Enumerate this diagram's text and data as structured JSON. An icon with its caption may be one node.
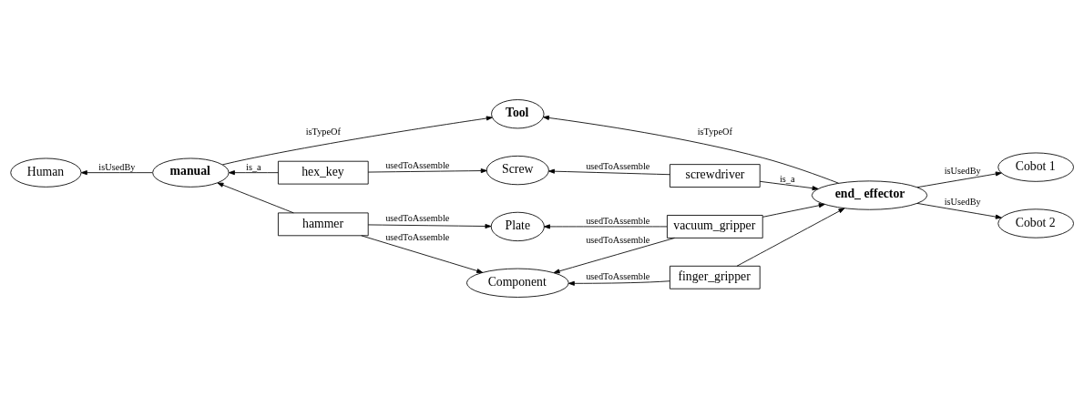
{
  "diagram": {
    "nodes": [
      {
        "text": [
          "Tool"
        ]
      },
      {
        "text": [
          "Human"
        ]
      },
      {
        "text": [
          "manual"
        ]
      },
      {
        "text": [
          "end_ effector"
        ]
      },
      {
        "text": [
          "Cobot 1"
        ]
      },
      {
        "text": [
          "Cobot 2"
        ]
      },
      {
        "text": [
          "Screw"
        ]
      },
      {
        "text": [
          "Plate"
        ]
      },
      {
        "text": [
          "Component"
        ]
      },
      {
        "text": [
          "hex_key"
        ]
      },
      {
        "text": [
          "hammer"
        ]
      },
      {
        "text": [
          "screwdriver"
        ]
      },
      {
        "text": [
          "vacuum_gripper"
        ]
      },
      {
        "text": [
          "finger_gripper"
        ]
      }
    ],
    "edges": [
      {
        "from": 2,
        "to": 0,
        "arrow": "to",
        "label": "isTypeOf"
      },
      {
        "from": 3,
        "to": 0,
        "arrow": "to",
        "label": "isTypeOf"
      },
      {
        "from": 2,
        "to": 1,
        "arrow": "to",
        "label": "isUsedBy"
      },
      {
        "from": 3,
        "to": 4,
        "arrow": "to",
        "label": "isUsedBy"
      },
      {
        "from": 3,
        "to": 5,
        "arrow": "to",
        "label": "isUsedBy"
      },
      {
        "from": 9,
        "to": 2,
        "arrow": "to",
        "label": "is_a"
      },
      {
        "from": 10,
        "to": 2,
        "arrow": "to"
      },
      {
        "from": 11,
        "to": 3,
        "arrow": "to",
        "label": "is_a"
      },
      {
        "from": 12,
        "to": 3,
        "arrow": "to"
      },
      {
        "from": 13,
        "to": 3,
        "arrow": "to"
      },
      {
        "from": 9,
        "to": 6,
        "arrow": "to",
        "label": "usedToAssemble"
      },
      {
        "from": 10,
        "to": 7,
        "arrow": "to",
        "label": "usedToAssemble"
      },
      {
        "from": 10,
        "to": 8,
        "arrow": "to",
        "label": "usedToAssemble"
      },
      {
        "from": 11,
        "to": 6,
        "arrow": "to",
        "label": "usedToAssemble"
      },
      {
        "from": 12,
        "to": 7,
        "arrow": "to",
        "label": "usedToAssemble"
      },
      {
        "from": 12,
        "to": 8,
        "arrow": "to",
        "label": "usedToAssemble"
      },
      {
        "from": 13,
        "to": 8,
        "arrow": "to",
        "label": "usedToAssemble"
      }
    ]
  }
}
